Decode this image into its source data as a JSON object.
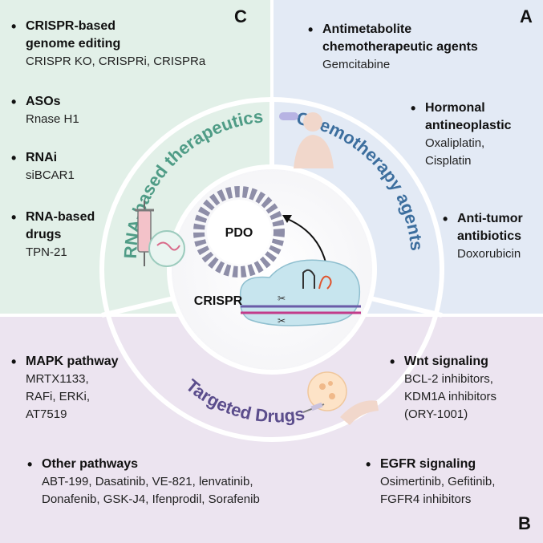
{
  "sections": {
    "c": {
      "letter": "C",
      "title": "RNA-based therapeutics",
      "items": [
        {
          "head": [
            "CRISPR-based",
            "genome editing"
          ],
          "body": [
            "CRISPR KO, CRISPRi, CRISPRa"
          ]
        },
        {
          "head": [
            "ASOs"
          ],
          "body": [
            "Rnase H1"
          ]
        },
        {
          "head": [
            "RNAi"
          ],
          "body": [
            "siBCAR1"
          ]
        },
        {
          "head": [
            "RNA-based",
            "drugs"
          ],
          "body": [
            "TPN-21"
          ]
        }
      ]
    },
    "a": {
      "letter": "A",
      "title": "Chemotherapy agents",
      "items": [
        {
          "head": [
            "Antimetabolite",
            "chemotherapeutic agents"
          ],
          "body": [
            "Gemcitabine"
          ]
        },
        {
          "head": [
            "Hormonal",
            "antineoplastic"
          ],
          "body": [
            "Oxaliplatin,",
            "Cisplatin"
          ]
        },
        {
          "head": [
            "Anti-tumor",
            "antibiotics"
          ],
          "body": [
            "Doxorubicin"
          ]
        }
      ]
    },
    "b": {
      "letter": "B",
      "title": "Targeted Drugs",
      "items": [
        {
          "head": [
            "MAPK pathway"
          ],
          "body": [
            "MRTX1133,",
            "RAFi, ERKi,",
            "AT7519"
          ]
        },
        {
          "head": [
            "Other pathways"
          ],
          "body": [
            "ABT-199, Dasatinib, VE-821, lenvatinib,",
            "Donafenib, GSK-J4, Ifenprodil, Sorafenib"
          ]
        },
        {
          "head": [
            "Wnt signaling"
          ],
          "body": [
            "BCL-2 inhibitors,",
            "KDM1A inhibitors",
            "(ORY-1001)"
          ]
        },
        {
          "head": [
            "EGFR signaling"
          ],
          "body": [
            "Osimertinib, Gefitinib,",
            "FGFR4 inhibitors"
          ]
        }
      ]
    }
  },
  "center": {
    "organoid_label": "PDO",
    "crispr_label": "CRISPR"
  },
  "colors": {
    "rna_title": "#4f9c86",
    "chemo_title": "#3c6e9e",
    "targeted_title": "#5b4d8c"
  }
}
